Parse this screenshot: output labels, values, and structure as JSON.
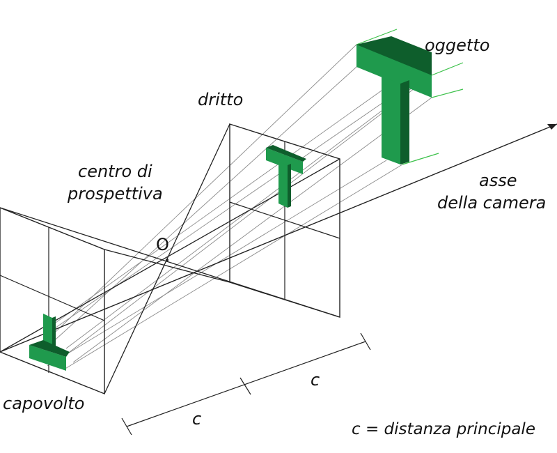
{
  "labels": {
    "object": "oggetto",
    "upright": "dritto",
    "perspective_center_line1": "centro di",
    "perspective_center_line2": "prospettiva",
    "origin": "O",
    "camera_axis_line1": "asse",
    "camera_axis_line2": "della camera",
    "inverted": "capovolto",
    "distance_symbol_1": "c",
    "distance_symbol_2": "c",
    "definition": "c = distanza principale"
  },
  "colors": {
    "line": "#222222",
    "ray": "#8a8a8a",
    "object_green": "#1f9a4d",
    "object_dark": "#0e5e2c",
    "guide_green": "#3cc14a"
  }
}
